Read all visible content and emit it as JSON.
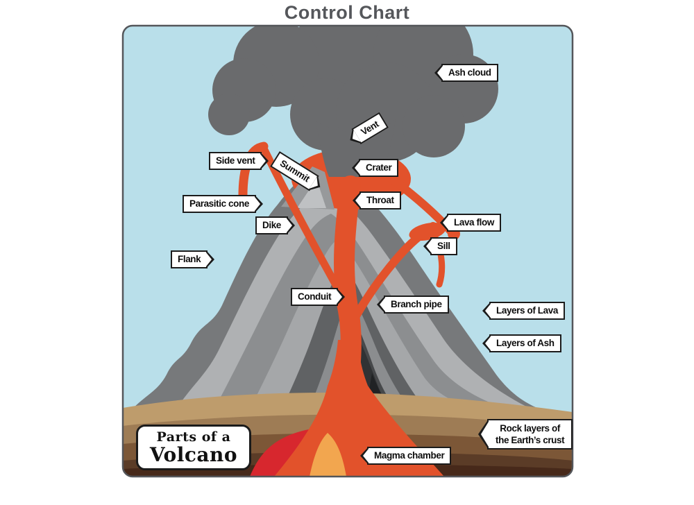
{
  "title": "Control Chart",
  "diagram_title": {
    "line1": "Parts of a",
    "line2": "Volcano"
  },
  "labels": {
    "ash_cloud": "Ash cloud",
    "vent": "Vent",
    "side_vent": "Side vent",
    "summit": "Summit",
    "crater": "Crater",
    "parasitic_cone": "Parasitic cone",
    "throat": "Throat",
    "dike": "Dike",
    "lava_flow": "Lava flow",
    "sill": "Sill",
    "flank": "Flank",
    "conduit": "Conduit",
    "branch_pipe": "Branch pipe",
    "layers_of_lava": "Layers of Lava",
    "layers_of_ash": "Layers of Ash",
    "magma_chamber": "Magma chamber",
    "rock_layers_line1": "Rock layers of",
    "rock_layers_line2": "the Earth’s crust"
  },
  "colors": {
    "sky": "#B9DFEA",
    "ash_cloud": "#6A6B6D",
    "lava": "#E2522B",
    "magma_red": "#D7272E",
    "magma_core": "#F2A64F",
    "summit_rock": "#97999B",
    "summit_rock_light": "#BFC1C3",
    "frame_border": "#54565A",
    "title_text": "#55575B",
    "label_bg": "#FFFFFF",
    "label_border": "#1B1B1B",
    "cone_grays": [
      "#77797B",
      "#AFB1B3",
      "#8C8E90",
      "#A5A7A9",
      "#606264",
      "#8B8D8F",
      "#46484A",
      "#303234",
      "#202224"
    ],
    "earth_browns": [
      "#BE9C6C",
      "#9E7C55",
      "#7C5737",
      "#5B3C27",
      "#47291A"
    ]
  }
}
